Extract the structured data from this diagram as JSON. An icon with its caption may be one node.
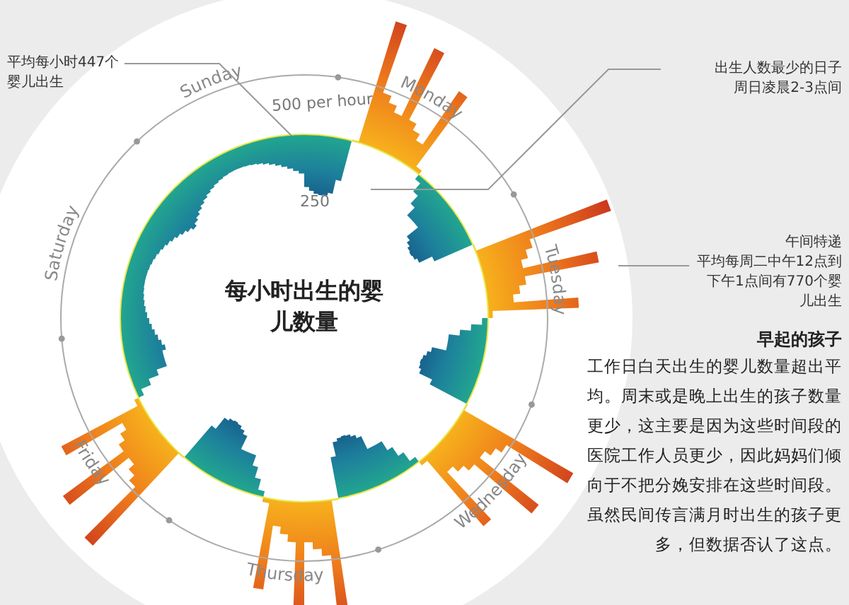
{
  "diagram": {
    "title": "每小时出生的婴儿数量",
    "nodes": [
      {
        "text": [
          "平均每小时447个婴儿出生"
        ]
      },
      {
        "text": [
          "出生人数最少的日子",
          "周日凌晨2-3点间"
        ]
      },
      {
        "text": [
          "午间特递",
          "平均每周二中午12点到下午1点间有770个婴儿出生"
        ]
      }
    ],
    "edges": [
      {
        "from": 0,
        "to": null,
        "arrow": "none"
      },
      {
        "from": 1,
        "to": null,
        "arrow": "none"
      },
      {
        "from": 2,
        "to": null,
        "arrow": "none"
      }
    ],
    "labels": [
      "500 per hour",
      "250",
      "Monday",
      "Tuesday",
      "Wednesday",
      "Thursday",
      "Friday",
      "Saturday",
      "Sunday",
      "早起的孩子",
      "工作日白天出生的婴儿数量超出平均。周末或是晚上出生的孩子数量更少，这主要是因为这些时间段的医院工作人员更少，因此妈妈们倾向于不把分娩安排在这些时间段。虽然民间传言满月时出生的孩子更多，但数据否认了这点。"
    ]
  }
}
